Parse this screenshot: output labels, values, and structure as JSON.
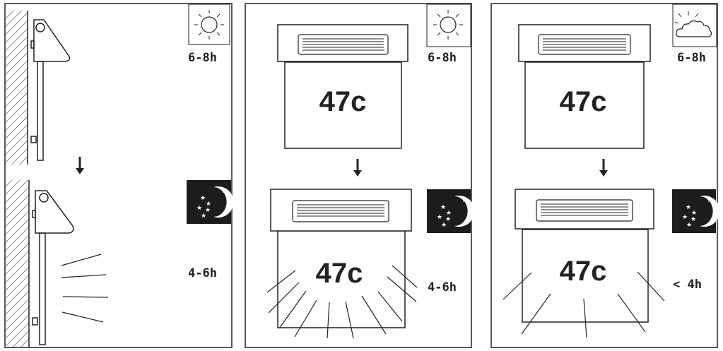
{
  "panels": [
    {
      "day": {
        "icon": "sun-icon",
        "duration": "6-8h"
      },
      "night": {
        "icon": "moon-icon",
        "duration": "4-6h"
      }
    },
    {
      "day": {
        "icon": "sun-icon",
        "duration": "6-8h",
        "temperature": "47c"
      },
      "night": {
        "icon": "moon-icon",
        "duration": "4-6h",
        "temperature": "47c"
      }
    },
    {
      "day": {
        "icon": "cloud-icon",
        "duration": "6-8h",
        "temperature": "47c"
      },
      "night": {
        "icon": "moon-icon",
        "duration": "< 4h",
        "temperature": "47c"
      }
    }
  ],
  "colors": {
    "ink": "#222222",
    "night_bg": "#1c1c1c",
    "background": "#ffffff"
  }
}
